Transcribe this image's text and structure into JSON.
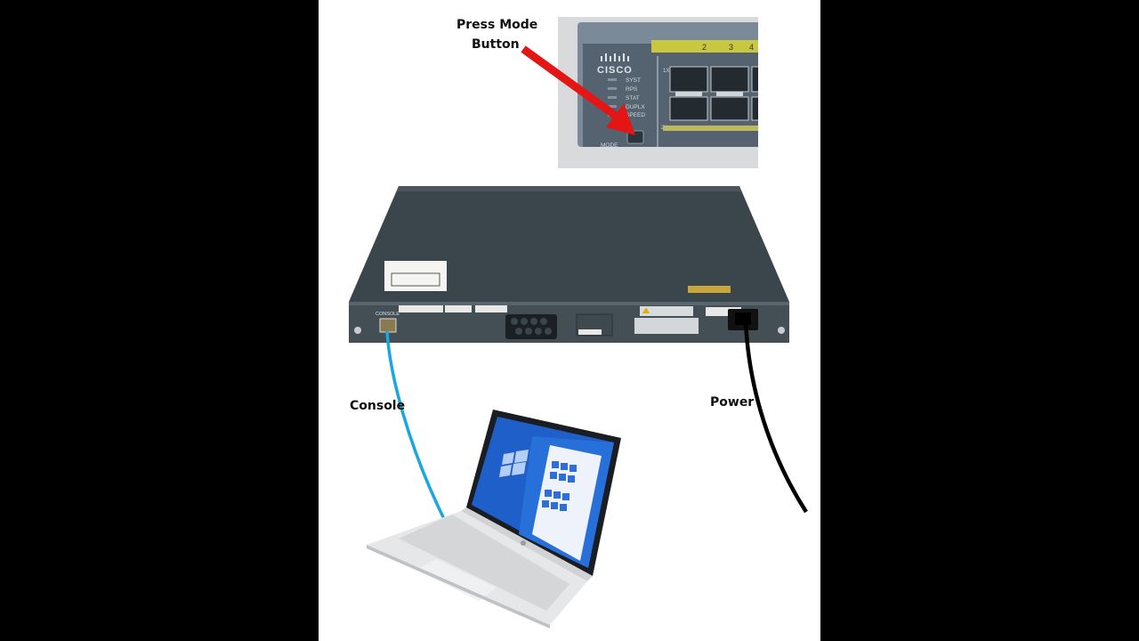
{
  "labels": {
    "press_mode_line1": "Press Mode",
    "press_mode_line2": "Button",
    "console": "Console",
    "power": "Power"
  },
  "inset": {
    "brand": "CISCO",
    "leds": [
      "SYST",
      "RPS",
      "STAT",
      "DUPLX",
      "SPEED"
    ],
    "mode": "MODE",
    "port_numbers": [
      "2",
      "3",
      "4"
    ],
    "port_row_labels": [
      "1X",
      "2X"
    ]
  },
  "switch_panel": {
    "console_port_label": "CONSOLE"
  },
  "colors": {
    "background": "#000000",
    "panel": "#ffffff",
    "arrow": "#e31515",
    "console_cable": "#1aa7e0",
    "power_cable": "#000000",
    "switch_body": "#3b454c"
  }
}
